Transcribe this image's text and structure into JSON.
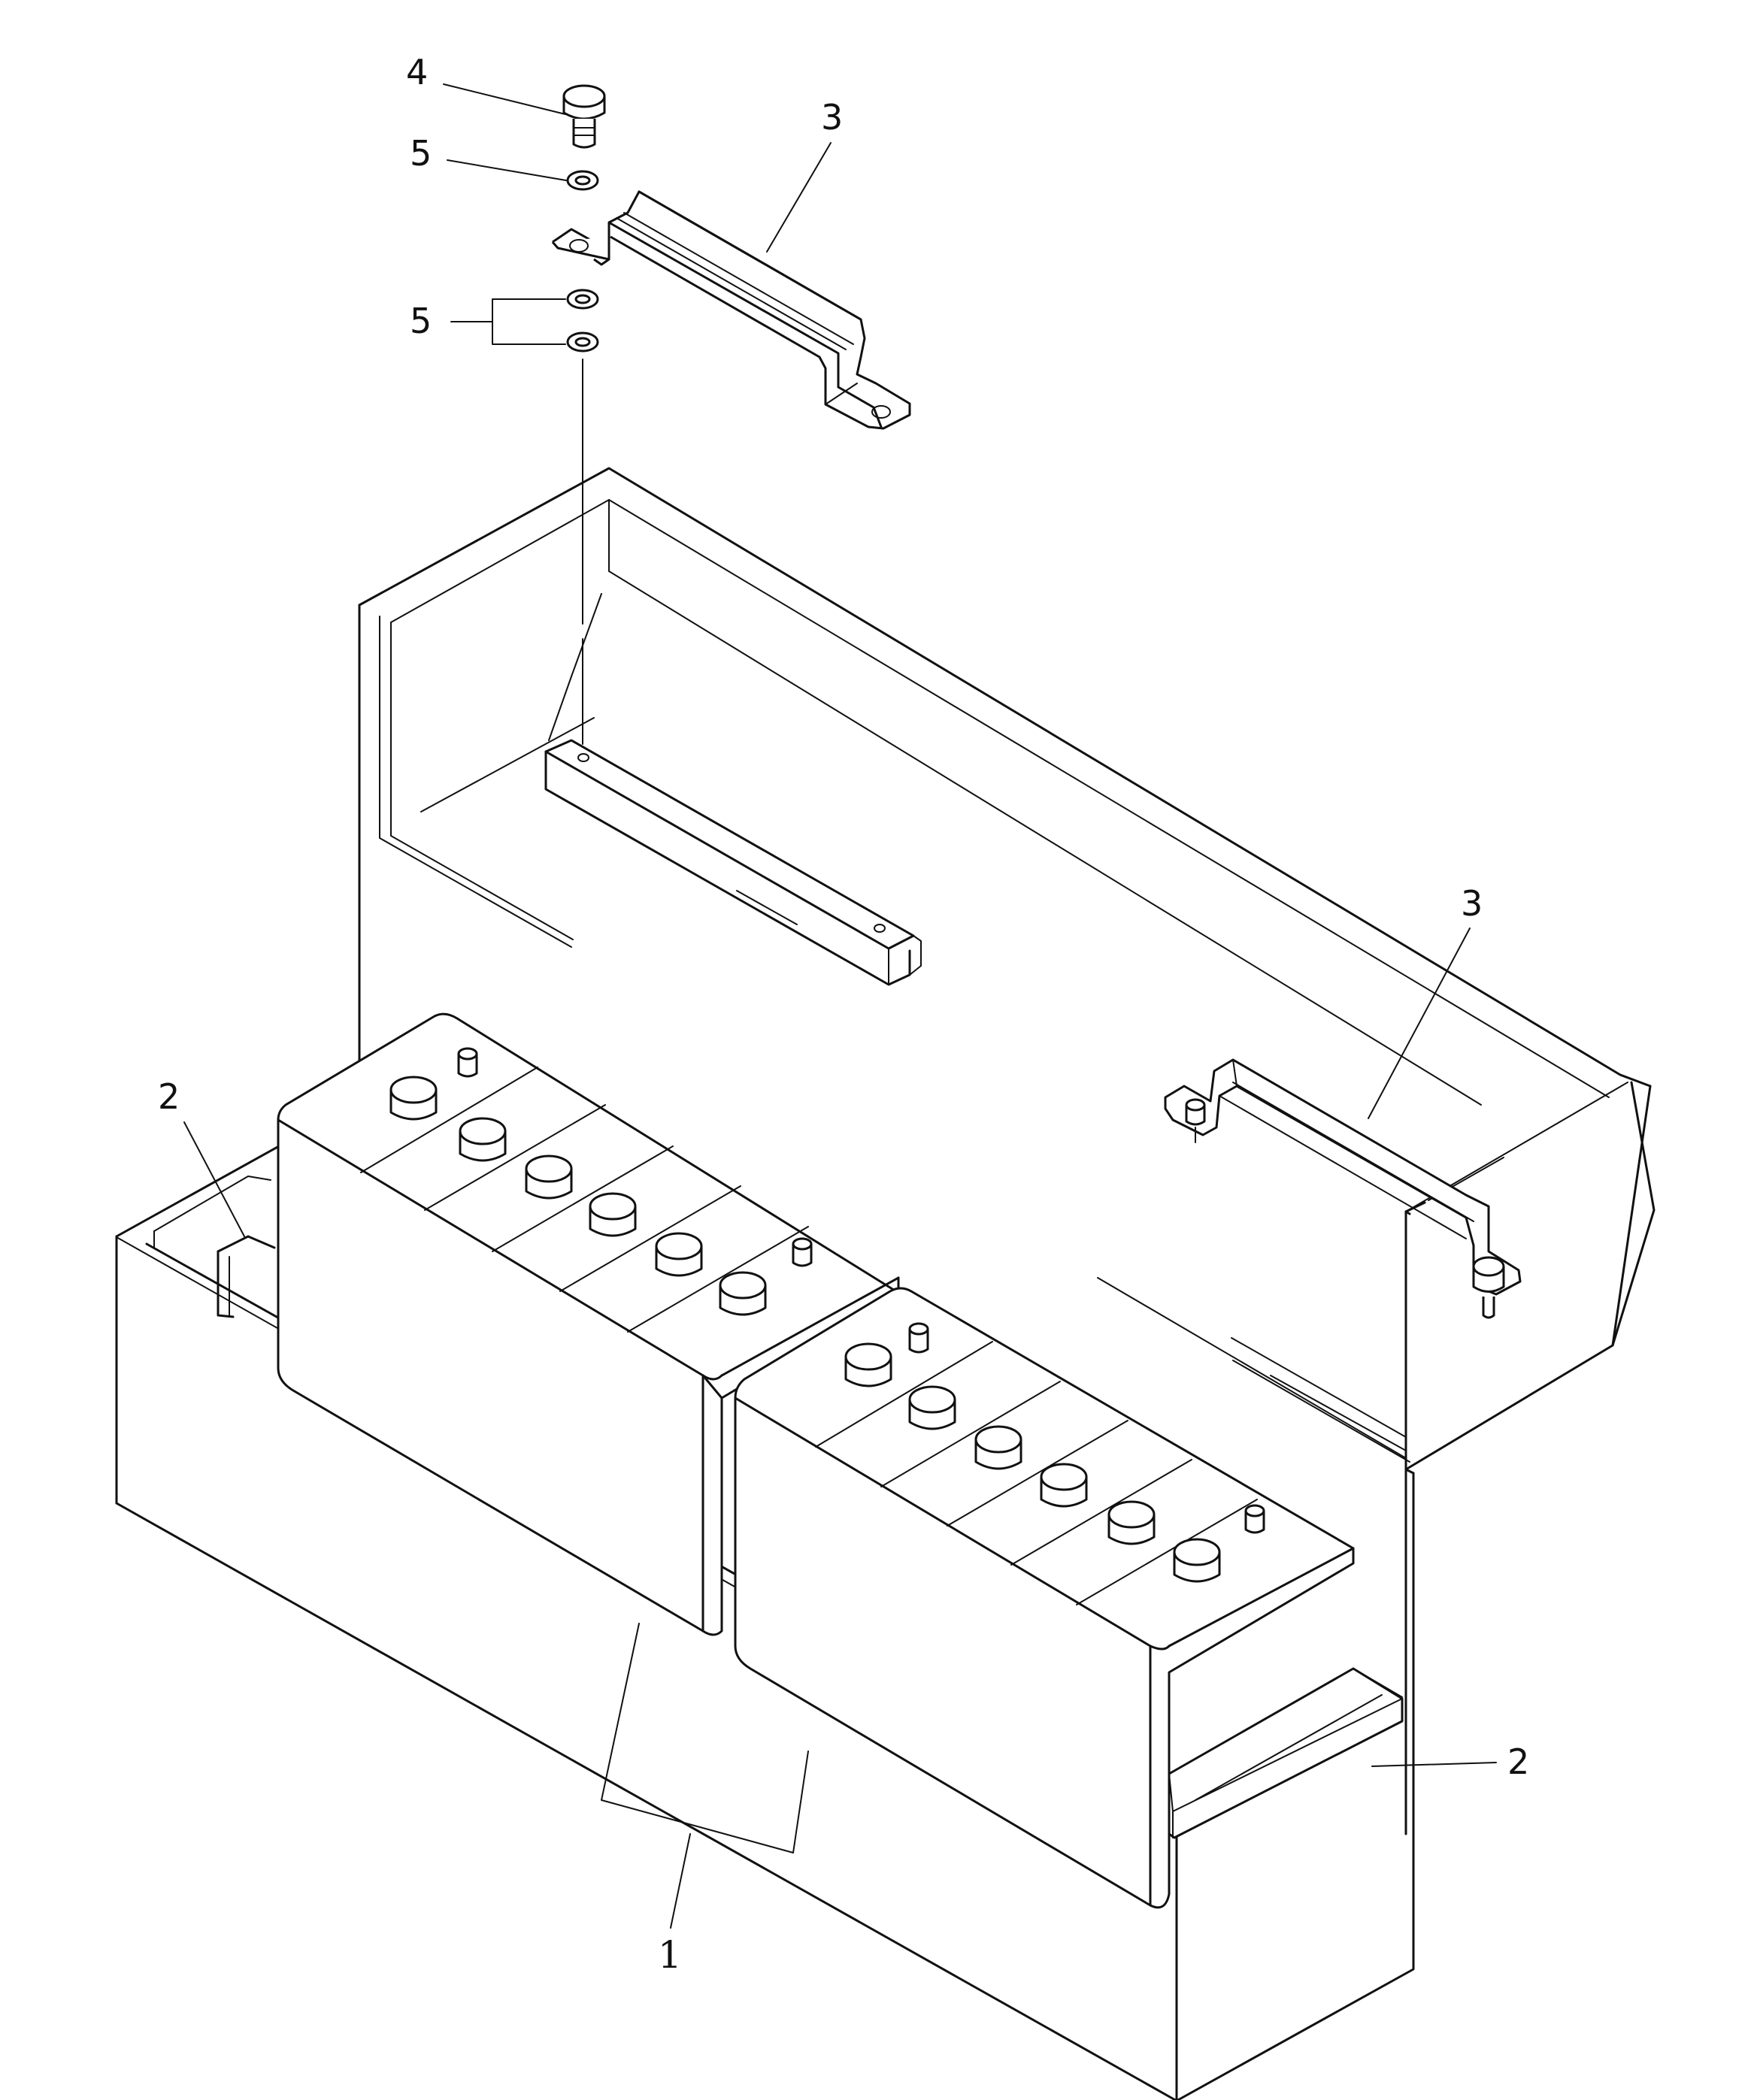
{
  "callouts": {
    "bolt": "4",
    "washer_top": "5",
    "washer_pair": "5",
    "hold_down_bar_upper": "3",
    "hold_down_bar_right": "3",
    "battery_pair": "1",
    "battery_pad_left": "2",
    "battery_pad_right": "2"
  }
}
